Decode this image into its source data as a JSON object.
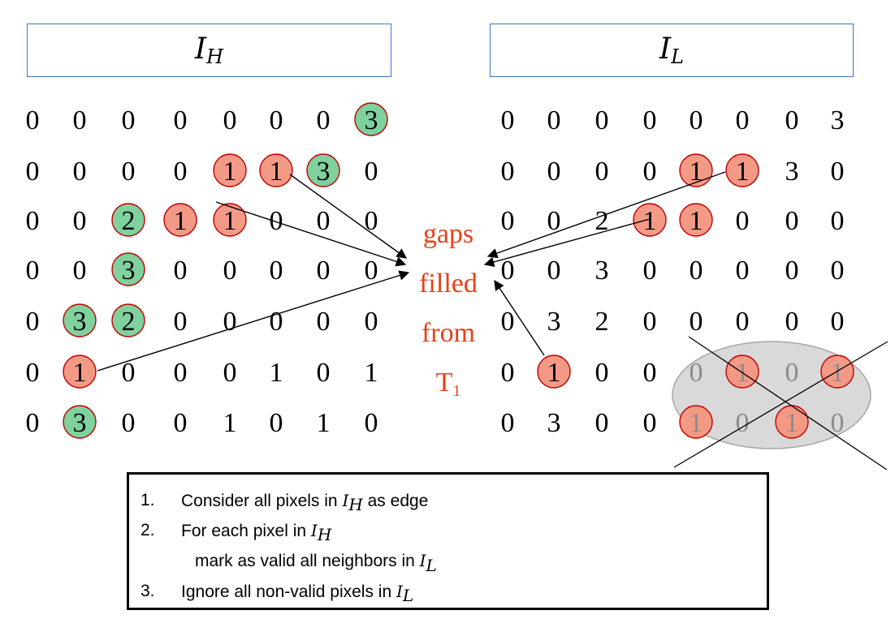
{
  "panels": {
    "ih_title": "I",
    "ih_sub": "H",
    "il_title": "I",
    "il_sub": "L"
  },
  "grid_h": [
    [
      "0",
      "0",
      "0",
      "0",
      "0",
      "0",
      "0",
      "3"
    ],
    [
      "0",
      "0",
      "0",
      "0",
      "1",
      "1",
      "3",
      "0"
    ],
    [
      "0",
      "0",
      "2",
      "1",
      "1",
      "0",
      "0",
      "0"
    ],
    [
      "0",
      "0",
      "3",
      "0",
      "0",
      "0",
      "0",
      "0"
    ],
    [
      "0",
      "3",
      "2",
      "0",
      "0",
      "0",
      "0",
      "0"
    ],
    [
      "0",
      "1",
      "0",
      "0",
      "0",
      "1",
      "0",
      "1"
    ],
    [
      "0",
      "3",
      "0",
      "0",
      "1",
      "0",
      "1",
      "0"
    ]
  ],
  "grid_l": [
    [
      "0",
      "0",
      "0",
      "0",
      "0",
      "0",
      "0",
      "3"
    ],
    [
      "0",
      "0",
      "0",
      "0",
      "1",
      "1",
      "3",
      "0"
    ],
    [
      "0",
      "0",
      "2",
      "1",
      "1",
      "0",
      "0",
      "0"
    ],
    [
      "0",
      "0",
      "3",
      "0",
      "0",
      "0",
      "0",
      "0"
    ],
    [
      "0",
      "3",
      "2",
      "0",
      "0",
      "0",
      "0",
      "0"
    ],
    [
      "0",
      "1",
      "0",
      "0",
      "0",
      "1",
      "0",
      "1"
    ],
    [
      "0",
      "3",
      "0",
      "0",
      "1",
      "0",
      "1",
      "0"
    ]
  ],
  "highlights_h": [
    {
      "r": 0,
      "c": 7,
      "kind": "green"
    },
    {
      "r": 1,
      "c": 4,
      "kind": "red"
    },
    {
      "r": 1,
      "c": 5,
      "kind": "red"
    },
    {
      "r": 1,
      "c": 6,
      "kind": "green"
    },
    {
      "r": 2,
      "c": 2,
      "kind": "green"
    },
    {
      "r": 2,
      "c": 3,
      "kind": "red"
    },
    {
      "r": 2,
      "c": 4,
      "kind": "red"
    },
    {
      "r": 3,
      "c": 2,
      "kind": "green"
    },
    {
      "r": 4,
      "c": 1,
      "kind": "green"
    },
    {
      "r": 4,
      "c": 2,
      "kind": "green"
    },
    {
      "r": 5,
      "c": 1,
      "kind": "red"
    },
    {
      "r": 6,
      "c": 1,
      "kind": "green"
    }
  ],
  "highlights_l": [
    {
      "r": 1,
      "c": 4,
      "kind": "red"
    },
    {
      "r": 1,
      "c": 5,
      "kind": "red"
    },
    {
      "r": 2,
      "c": 3,
      "kind": "red"
    },
    {
      "r": 2,
      "c": 4,
      "kind": "red"
    },
    {
      "r": 5,
      "c": 1,
      "kind": "red"
    },
    {
      "r": 5,
      "c": 5,
      "kind": "red"
    },
    {
      "r": 5,
      "c": 7,
      "kind": "red"
    },
    {
      "r": 6,
      "c": 4,
      "kind": "red"
    },
    {
      "r": 6,
      "c": 6,
      "kind": "red"
    }
  ],
  "discarded_l": [
    {
      "r": 5,
      "c": 4
    },
    {
      "r": 5,
      "c": 5
    },
    {
      "r": 5,
      "c": 6
    },
    {
      "r": 5,
      "c": 7
    },
    {
      "r": 6,
      "c": 4
    },
    {
      "r": 6,
      "c": 5
    },
    {
      "r": 6,
      "c": 6
    },
    {
      "r": 6,
      "c": 7
    }
  ],
  "gaps_label": {
    "line1": "gaps",
    "line2": "filled",
    "line3": "from",
    "line4": "T",
    "line4_sub": "1"
  },
  "steps": {
    "s1_num": "1.",
    "s1_pre": "Consider all pixels in ",
    "s1_var": "I",
    "s1_sub": "H",
    "s1_post": " as edge",
    "s2_num": "2.",
    "s2_pre": "For each pixel in ",
    "s2_var": "I",
    "s2_sub": "H",
    "s2b_pre": "mark as valid all neighbors in ",
    "s2b_var": "I",
    "s2b_sub": "L",
    "s3_num": "3.",
    "s3_pre": "Ignore all non-valid pixels in ",
    "s3_var": "I",
    "s3_sub": "L"
  },
  "colors": {
    "green_fill": "#7fd19e",
    "red_fill": "#f39a86",
    "circle_stroke": "#c00000",
    "label_red": "#e8401a",
    "box_border": "#4472c4",
    "ellipse_fill": "#d9d9d9",
    "ellipse_stroke": "#a6a6a6",
    "discard_text": "#8c8c8c"
  }
}
